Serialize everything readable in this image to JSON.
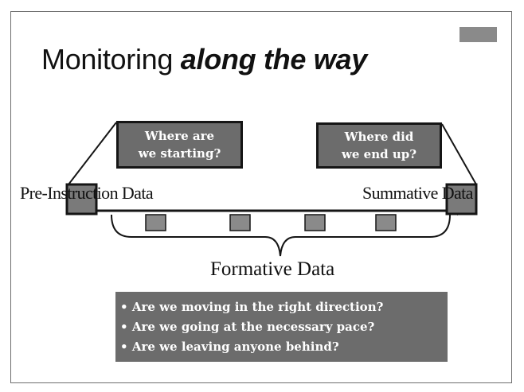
{
  "slide": {
    "title_plain": "Monitoring ",
    "title_emphasis": "along the way"
  },
  "questions": {
    "left": "Where are\nwe starting?",
    "right": "Where did\nwe end up?"
  },
  "labels": {
    "pre_instruction": "Pre-Instruction Data",
    "summative": "Summative Data",
    "formative": "Formative Data"
  },
  "bullets": [
    "Are we moving in the right direction?",
    "Are we going at the necessary pace?",
    "Are we leaving anyone behind?"
  ],
  "bullet_glyph": "•",
  "colors": {
    "box_fill": "#6c6c6c",
    "marker_fill": "#8a8a8a",
    "stroke": "#151515",
    "text": "#111111"
  }
}
